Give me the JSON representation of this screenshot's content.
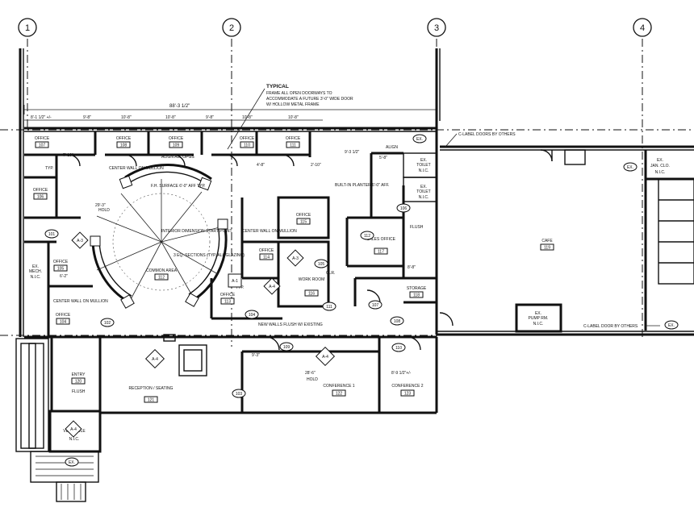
{
  "grid_lines": [
    "1",
    "2",
    "3",
    "4"
  ],
  "dimensions": {
    "overall": "88'-3 1/2\"",
    "top_row": [
      "8'-1 1/2\" +/-",
      "9'-8\"",
      "10'-8\"",
      "10'-8\"",
      "9'-8\"",
      "10'-8\"",
      "10'-8\""
    ],
    "misc": [
      "7'-10\"",
      "5'-8\"",
      "4'-8\"",
      "2'-10\"",
      "8'-8\"",
      "9'-3 1/2\"",
      "6'-2\"",
      "29'-3\"",
      "9'-3\"",
      "28'-6\"",
      "8'-9 1/2\"+/-"
    ]
  },
  "notes": {
    "typical": "TYPICAL",
    "typical_text_1": "FRAME ALL OPEN DOORWAYS TO",
    "typical_text_2": "ACCOMMODATE A FUTURE 3'-0\" WIDE DOOR",
    "typical_text_3": "W/ HOLLOW METAL FRAME",
    "c_label_top": "C-LABEL DOORS BY OTHERS",
    "c_label_bottom": "C-LABEL DOOR BY OTHERS",
    "align": "ALIGN",
    "center_mullion": "CENTER WALL ON MULLION",
    "align_all_opgs": "ALIGN ALL OPGS",
    "fh_surface": "F.H. SURFACE 6'-0\" AFF TYP.",
    "interior_dimension": "INTERIOR DIMENSION START POINT",
    "three_eq": "3 EQ. SECTIONS (TYP. ALL GLAZING)",
    "built_in_planter": "BUILT-IN PLANTER 6'-0\" AFF.",
    "new_walls_flush": "NEW WALLS FLUSH W/ EXISTING",
    "hold": "HOLD",
    "typ": "TYP.",
    "flush": "FLUSH",
    "clr": "CLR."
  },
  "rooms": [
    {
      "name": "OFFICE",
      "num": "107"
    },
    {
      "name": "OFFICE",
      "num": "108"
    },
    {
      "name": "OFFICE",
      "num": "109"
    },
    {
      "name": "OFFICE",
      "num": "110"
    },
    {
      "name": "OFFICE",
      "num": "111"
    },
    {
      "name": "OFFICE",
      "num": "106"
    },
    {
      "name": "OFFICE",
      "num": "105"
    },
    {
      "name": "OFFICE",
      "num": "104"
    },
    {
      "name": "OFFICE",
      "num": "113"
    },
    {
      "name": "OFFICE",
      "num": "114"
    },
    {
      "name": "OFFICE",
      "num": "115"
    },
    {
      "name": "COMMON AREA",
      "num": "112"
    },
    {
      "name": "WORK ROOM",
      "num": "116"
    },
    {
      "name": "SALES OFFICE",
      "num": "117"
    },
    {
      "name": "STORAGE",
      "num": "118"
    },
    {
      "name": "CAFE",
      "num": "119"
    },
    {
      "name": "RECEPTION / SEATING",
      "num": "121"
    },
    {
      "name": "ENTRY",
      "num": "120"
    },
    {
      "name": "CONFERENCE 1",
      "num": "122"
    },
    {
      "name": "CONFERENCE 2",
      "num": "123"
    }
  ],
  "existing": {
    "ex": "EX.",
    "toilet": "TOILET",
    "nic": "N.I.C.",
    "mech": "MECH.",
    "pump_rm": "PUMP RM.",
    "jan_clo": "JAN. CLO.",
    "vestibule": "VESTIBULE"
  },
  "section_tags": [
    "A-3",
    "A-4",
    "A-4",
    "A-1",
    "A-3",
    "A-4",
    "A-4"
  ],
  "door_tags": [
    "101",
    "102",
    "103",
    "104",
    "105",
    "106",
    "107",
    "108",
    "109",
    "110",
    "111",
    "112"
  ]
}
